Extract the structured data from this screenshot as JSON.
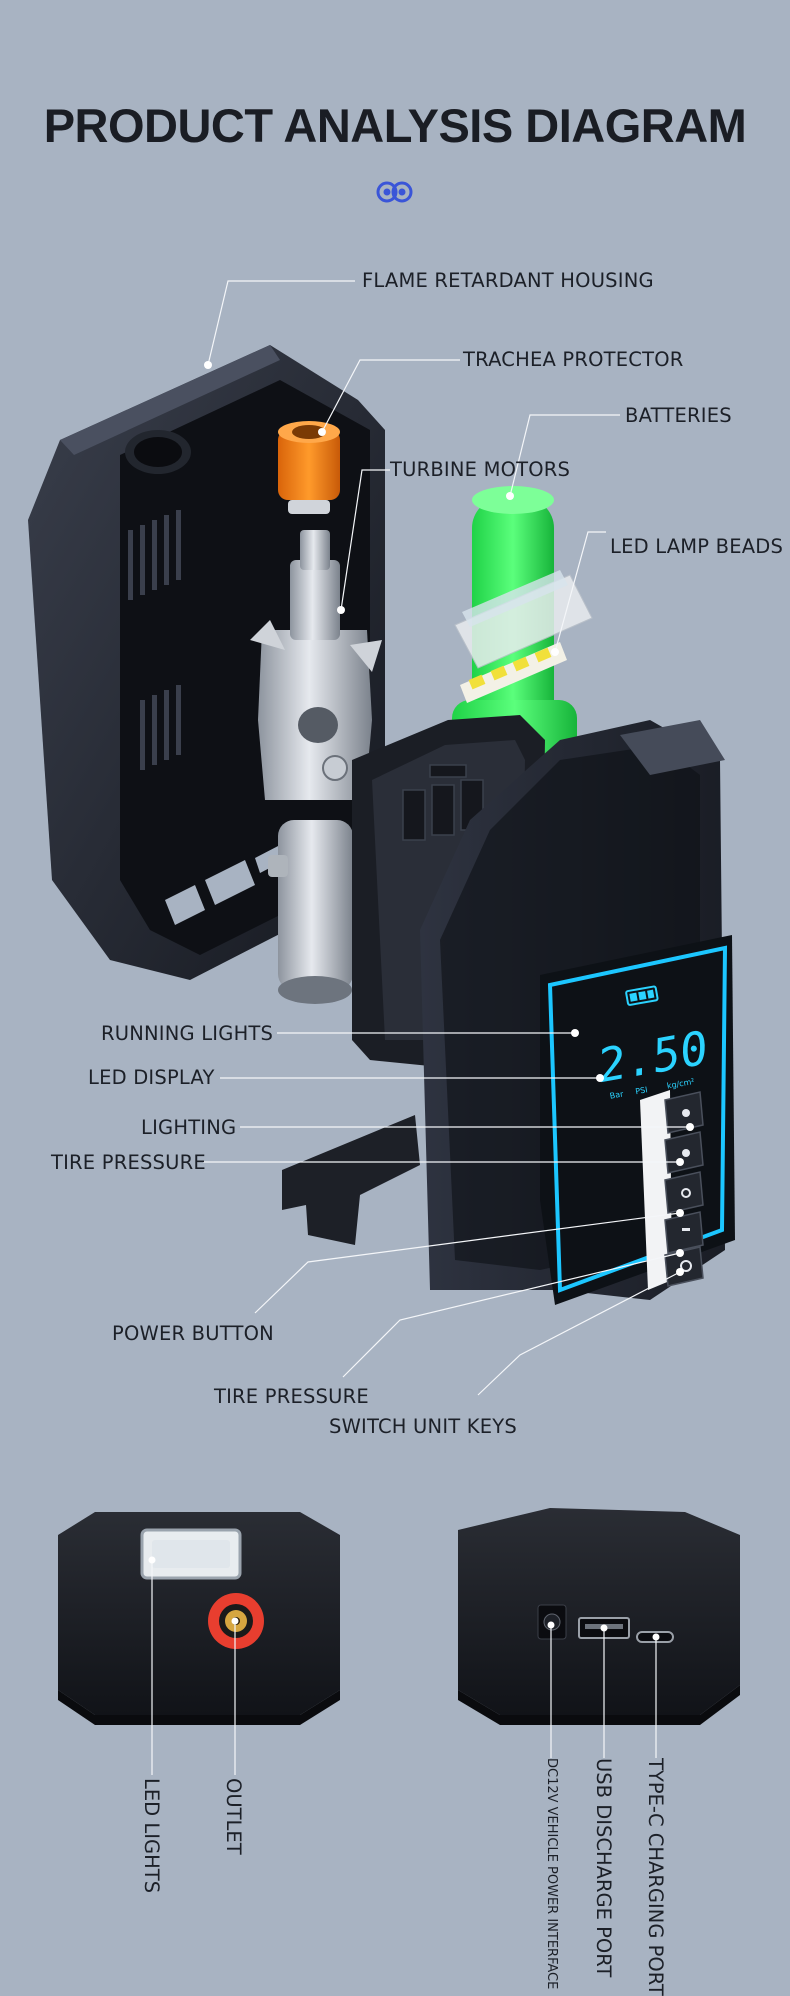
{
  "title": "PRODUCT ANALYSIS DIAGRAM",
  "logo_icon": "infinity-logo-icon",
  "accent_color": "#3a55d8",
  "background_color": "#a8b3c2",
  "display_reading": "2.50",
  "display_units": [
    "Bar",
    "PSI",
    "kg/cm²"
  ],
  "callouts": {
    "housing": "FLAME RETARDANT HOUSING",
    "trachea": "TRACHEA PROTECTOR",
    "batteries": "BATTERIES",
    "turbine": "TURBINE MOTORS",
    "led_beads": "LED LAMP BEADS",
    "running_lights": "RUNNING LIGHTS",
    "led_display": "LED DISPLAY",
    "lighting": "LIGHTING",
    "tire_pressure_1": "TIRE PRESSURE",
    "power_button": "POWER BUTTON",
    "tire_pressure_2": "TIRE PRESSURE",
    "switch_unit": "SWITCH UNIT KEYS"
  },
  "bottom_left": {
    "led_lights": "LED LIGHTS",
    "outlet": "OUTLET"
  },
  "bottom_right": {
    "dc12v": "DC12V VEHICLE POWER INTERFACE",
    "usb": "USB DISCHARGE PORT",
    "typec": "TYPE-C CHARGING PORT"
  }
}
